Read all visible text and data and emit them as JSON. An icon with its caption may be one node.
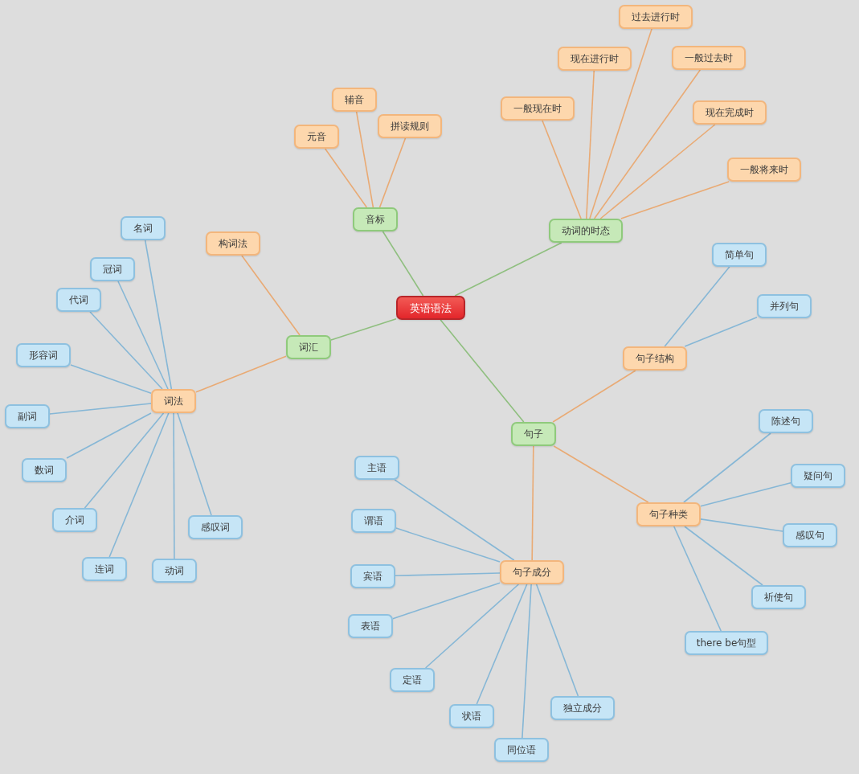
{
  "diagram": {
    "nodes": [
      {
        "text": [
          "英语语法"
        ]
      },
      {
        "text": [
          "音标"
        ]
      },
      {
        "text": [
          "元音"
        ]
      },
      {
        "text": [
          "辅音"
        ]
      },
      {
        "text": [
          "拼读规则"
        ]
      },
      {
        "text": [
          "动词的时态"
        ]
      },
      {
        "text": [
          "一般现在时"
        ]
      },
      {
        "text": [
          "现在进行时"
        ]
      },
      {
        "text": [
          "过去进行时"
        ]
      },
      {
        "text": [
          "一般过去时"
        ]
      },
      {
        "text": [
          "现在完成时"
        ]
      },
      {
        "text": [
          "一般将来时"
        ]
      },
      {
        "text": [
          "词汇"
        ]
      },
      {
        "text": [
          "构词法"
        ]
      },
      {
        "text": [
          "词法"
        ]
      },
      {
        "text": [
          "名词"
        ]
      },
      {
        "text": [
          "冠词"
        ]
      },
      {
        "text": [
          "代词"
        ]
      },
      {
        "text": [
          "形容词"
        ]
      },
      {
        "text": [
          "副词"
        ]
      },
      {
        "text": [
          "数词"
        ]
      },
      {
        "text": [
          "介词"
        ]
      },
      {
        "text": [
          "连词"
        ]
      },
      {
        "text": [
          "动词"
        ]
      },
      {
        "text": [
          "感叹词"
        ]
      },
      {
        "text": [
          "句子"
        ]
      },
      {
        "text": [
          "句子结构"
        ]
      },
      {
        "text": [
          "简单句"
        ]
      },
      {
        "text": [
          "并列句"
        ]
      },
      {
        "text": [
          "句子种类"
        ]
      },
      {
        "text": [
          "陈述句"
        ]
      },
      {
        "text": [
          "疑问句"
        ]
      },
      {
        "text": [
          "感叹句"
        ]
      },
      {
        "text": [
          "祈使句"
        ]
      },
      {
        "text": [
          "there be句型"
        ]
      },
      {
        "text": [
          "句子成分"
        ]
      },
      {
        "text": [
          "主语"
        ]
      },
      {
        "text": [
          "谓语"
        ]
      },
      {
        "text": [
          "宾语"
        ]
      },
      {
        "text": [
          "表语"
        ]
      },
      {
        "text": [
          "定语"
        ]
      },
      {
        "text": [
          "状语"
        ]
      },
      {
        "text": [
          "同位语"
        ]
      },
      {
        "text": [
          "独立成分"
        ]
      }
    ],
    "edges": [
      {
        "from": 0,
        "to": 1,
        "arrow": "none",
        "color": "#8fbf7f"
      },
      {
        "from": 1,
        "to": 2,
        "arrow": "none",
        "color": "#e9aa74"
      },
      {
        "from": 1,
        "to": 3,
        "arrow": "none",
        "color": "#e9aa74"
      },
      {
        "from": 1,
        "to": 4,
        "arrow": "none",
        "color": "#e9aa74"
      },
      {
        "from": 0,
        "to": 5,
        "arrow": "none",
        "color": "#8fbf7f"
      },
      {
        "from": 5,
        "to": 6,
        "arrow": "none",
        "color": "#e9aa74"
      },
      {
        "from": 5,
        "to": 7,
        "arrow": "none",
        "color": "#e9aa74"
      },
      {
        "from": 5,
        "to": 8,
        "arrow": "none",
        "color": "#e9aa74"
      },
      {
        "from": 5,
        "to": 9,
        "arrow": "none",
        "color": "#e9aa74"
      },
      {
        "from": 5,
        "to": 10,
        "arrow": "none",
        "color": "#e9aa74"
      },
      {
        "from": 5,
        "to": 11,
        "arrow": "none",
        "color": "#e9aa74"
      },
      {
        "from": 0,
        "to": 12,
        "arrow": "none",
        "color": "#8fbf7f"
      },
      {
        "from": 12,
        "to": 13,
        "arrow": "none",
        "color": "#e9aa74"
      },
      {
        "from": 12,
        "to": 14,
        "arrow": "none",
        "color": "#e9aa74"
      },
      {
        "from": 14,
        "to": 15,
        "arrow": "none"
      },
      {
        "from": 14,
        "to": 16,
        "arrow": "none"
      },
      {
        "from": 14,
        "to": 17,
        "arrow": "none"
      },
      {
        "from": 14,
        "to": 18,
        "arrow": "none"
      },
      {
        "from": 14,
        "to": 19,
        "arrow": "none"
      },
      {
        "from": 14,
        "to": 20,
        "arrow": "none"
      },
      {
        "from": 14,
        "to": 21,
        "arrow": "none"
      },
      {
        "from": 14,
        "to": 22,
        "arrow": "none"
      },
      {
        "from": 14,
        "to": 23,
        "arrow": "none"
      },
      {
        "from": 14,
        "to": 24,
        "arrow": "none"
      },
      {
        "from": 0,
        "to": 25,
        "arrow": "none",
        "color": "#8fbf7f"
      },
      {
        "from": 25,
        "to": 26,
        "arrow": "none",
        "color": "#e9aa74"
      },
      {
        "from": 26,
        "to": 27,
        "arrow": "none"
      },
      {
        "from": 26,
        "to": 28,
        "arrow": "none"
      },
      {
        "from": 25,
        "to": 29,
        "arrow": "none",
        "color": "#e9aa74"
      },
      {
        "from": 29,
        "to": 30,
        "arrow": "none"
      },
      {
        "from": 29,
        "to": 31,
        "arrow": "none"
      },
      {
        "from": 29,
        "to": 32,
        "arrow": "none"
      },
      {
        "from": 29,
        "to": 33,
        "arrow": "none"
      },
      {
        "from": 29,
        "to": 34,
        "arrow": "none"
      },
      {
        "from": 25,
        "to": 35,
        "arrow": "none",
        "color": "#e9aa74"
      },
      {
        "from": 35,
        "to": 36,
        "arrow": "none"
      },
      {
        "from": 35,
        "to": 37,
        "arrow": "none"
      },
      {
        "from": 35,
        "to": 38,
        "arrow": "none"
      },
      {
        "from": 35,
        "to": 39,
        "arrow": "none"
      },
      {
        "from": 35,
        "to": 40,
        "arrow": "none"
      },
      {
        "from": 35,
        "to": 41,
        "arrow": "none"
      },
      {
        "from": 35,
        "to": 42,
        "arrow": "none"
      },
      {
        "from": 35,
        "to": 43,
        "arrow": "none"
      }
    ]
  }
}
